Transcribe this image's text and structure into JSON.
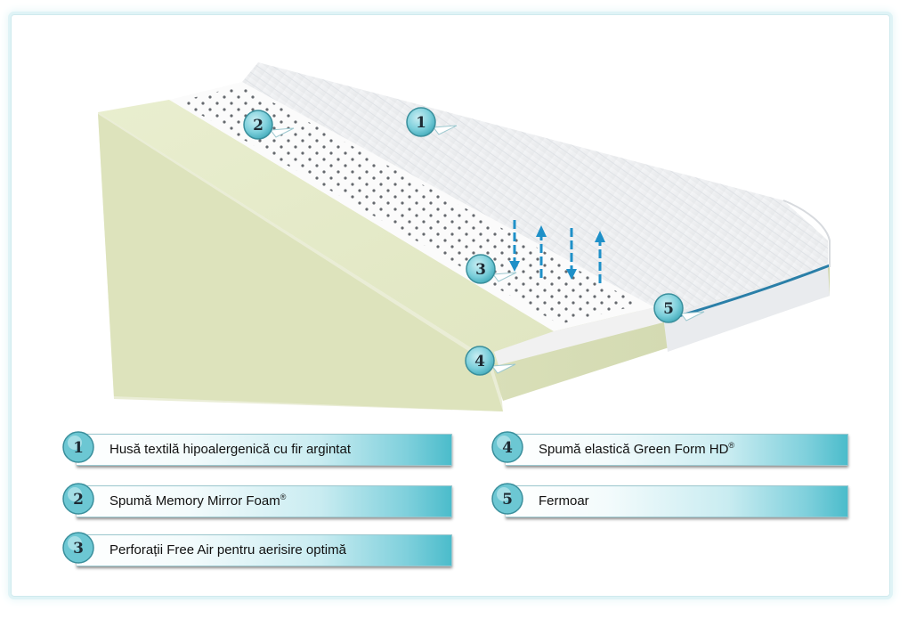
{
  "colors": {
    "badge_fill": "#6cc7d3",
    "arrow": "#1e90c8",
    "zipper": "#2a7fa8",
    "foam_green": "#dfe6c2",
    "cover_gray": "#eceef0"
  },
  "markers": [
    "1",
    "2",
    "3",
    "4",
    "5"
  ],
  "legend": [
    {
      "number": "1",
      "text": "Husă textilă hipoalergenică cu fir argintat",
      "sup": ""
    },
    {
      "number": "2",
      "text": "Spumă Memory Mirror Foam",
      "sup": "®"
    },
    {
      "number": "3",
      "text": "Perforații Free Air pentru aerisire optimă",
      "sup": ""
    },
    {
      "number": "4",
      "text": "Spumă elastică Green Form HD",
      "sup": "®"
    },
    {
      "number": "5",
      "text": "Fermoar",
      "sup": ""
    }
  ]
}
